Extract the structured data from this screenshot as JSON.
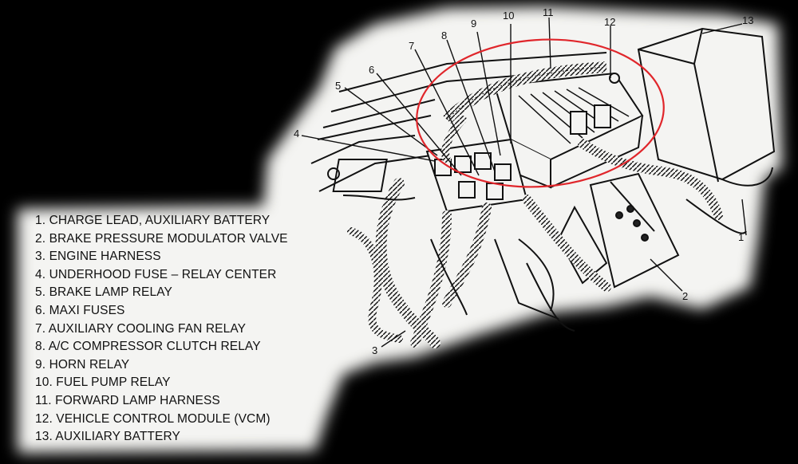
{
  "legend": [
    {
      "num": "1.",
      "label": "CHARGE LEAD, AUXILIARY BATTERY"
    },
    {
      "num": "2.",
      "label": "BRAKE PRESSURE MODULATOR VALVE"
    },
    {
      "num": "3.",
      "label": "ENGINE HARNESS"
    },
    {
      "num": "4.",
      "label": "UNDERHOOD FUSE – RELAY CENTER"
    },
    {
      "num": "5.",
      "label": "BRAKE LAMP RELAY"
    },
    {
      "num": "6.",
      "label": "MAXI FUSES"
    },
    {
      "num": "7.",
      "label": "AUXILIARY COOLING FAN RELAY"
    },
    {
      "num": "8.",
      "label": "A/C COMPRESSOR CLUTCH RELAY"
    },
    {
      "num": "9.",
      "label": "HORN RELAY"
    },
    {
      "num": "10.",
      "label": "FUEL PUMP RELAY"
    },
    {
      "num": "11.",
      "label": "FORWARD LAMP HARNESS"
    },
    {
      "num": "12.",
      "label": "VEHICLE CONTROL MODULE (VCM)"
    },
    {
      "num": "13.",
      "label": "AUXILIARY BATTERY"
    }
  ],
  "callouts": [
    "1",
    "2",
    "3",
    "4",
    "5",
    "6",
    "7",
    "8",
    "9",
    "10",
    "11",
    "12",
    "13"
  ],
  "colors": {
    "background": "#000000",
    "paper": "#f4f4f2",
    "ink": "#111111",
    "highlight": "#e0262b"
  }
}
